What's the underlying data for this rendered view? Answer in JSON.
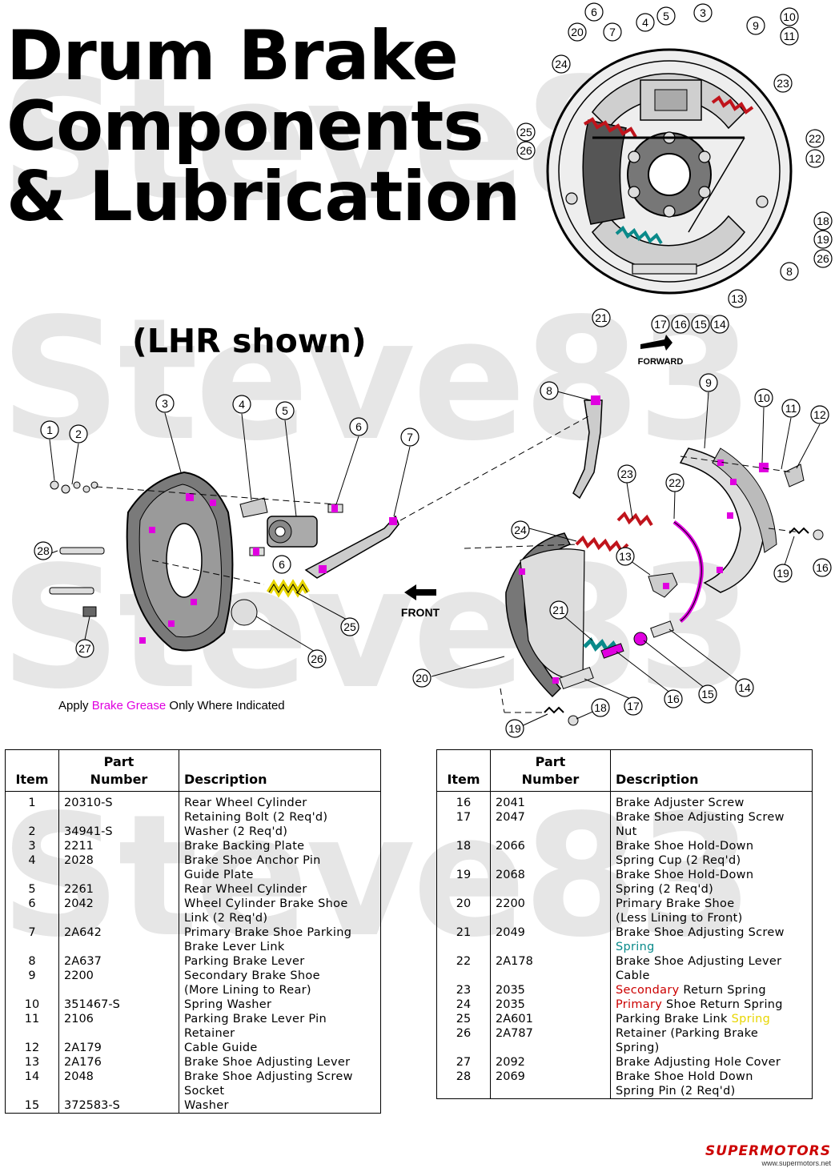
{
  "watermark": "Steve83",
  "title_lines": [
    "Drum Brake",
    "Components",
    "& Lubrication"
  ],
  "subtitle": "(LHR shown)",
  "forward_label": "FORWARD",
  "front_label": "FRONT",
  "note": {
    "before": "Apply ",
    "highlight": "Brake Grease",
    "after": " Only Where Indicated"
  },
  "colors": {
    "grease": "#e000e0",
    "secondary_spring": "#cc0000",
    "primary_spring": "#cc0000",
    "adjusting_spring": "#0a8a8a",
    "link_spring": "#e8d600"
  },
  "table_headers": {
    "item": "Item",
    "part_number_line1": "Part",
    "part_number_line2": "Number",
    "description": "Description"
  },
  "parts_left": [
    {
      "item": "1",
      "part": "20310-S",
      "desc": [
        "Rear Wheel Cylinder",
        "Retaining Bolt (2 Req'd)"
      ]
    },
    {
      "item": "2",
      "part": "34941-S",
      "desc": [
        "Washer (2 Req'd)"
      ]
    },
    {
      "item": "3",
      "part": "2211",
      "desc": [
        "Brake Backing Plate"
      ]
    },
    {
      "item": "4",
      "part": "2028",
      "desc": [
        "Brake Shoe Anchor Pin",
        "Guide Plate"
      ]
    },
    {
      "item": "5",
      "part": "2261",
      "desc": [
        "Rear Wheel Cylinder"
      ]
    },
    {
      "item": "6",
      "part": "2042",
      "desc": [
        "Wheel Cylinder Brake Shoe",
        "Link  (2 Req'd)"
      ]
    },
    {
      "item": "7",
      "part": "2A642",
      "desc": [
        "Primary Brake Shoe Parking",
        "Brake Lever Link"
      ]
    },
    {
      "item": "8",
      "part": "2A637",
      "desc": [
        "Parking Brake Lever"
      ]
    },
    {
      "item": "9",
      "part": "2200",
      "desc": [
        "Secondary Brake Shoe",
        "(More Lining to Rear)"
      ]
    },
    {
      "item": "10",
      "part": "351467-S",
      "desc": [
        "Spring  Washer"
      ]
    },
    {
      "item": "11",
      "part": "2106",
      "desc": [
        "Parking Brake Lever Pin",
        "Retainer"
      ]
    },
    {
      "item": "12",
      "part": "2A179",
      "desc": [
        "Cable Guide"
      ]
    },
    {
      "item": "13",
      "part": "2A176",
      "desc": [
        "Brake Shoe Adjusting Lever"
      ]
    },
    {
      "item": "14",
      "part": "2048",
      "desc": [
        "Brake Shoe Adjusting Screw",
        "Socket"
      ]
    },
    {
      "item": "15",
      "part": "372583-S",
      "desc": [
        "Washer"
      ]
    }
  ],
  "parts_right": [
    {
      "item": "16",
      "part": "2041",
      "desc": [
        "Brake Adjuster Screw"
      ]
    },
    {
      "item": "17",
      "part": "2047",
      "desc": [
        "Brake Shoe Adjusting Screw",
        "Nut"
      ]
    },
    {
      "item": "18",
      "part": "2066",
      "desc": [
        "Brake Shoe Hold-Down",
        "Spring Cup  (2 Req'd)"
      ]
    },
    {
      "item": "19",
      "part": "2068",
      "desc": [
        "Brake Shoe Hold-Down",
        "Spring  (2 Req'd)"
      ]
    },
    {
      "item": "20",
      "part": "2200",
      "desc": [
        "Primary Brake Shoe",
        "(Less Lining to Front)"
      ]
    },
    {
      "item": "21",
      "part": "2049",
      "desc": [
        "Brake Shoe Adjusting Screw",
        "Spring"
      ],
      "accent": "teal"
    },
    {
      "item": "22",
      "part": "2A178",
      "desc": [
        "Brake Shoe Adjusting Lever",
        "Cable"
      ]
    },
    {
      "item": "23",
      "part": "2035",
      "desc": [
        "Secondary Return Spring"
      ],
      "accent": "red",
      "accent_word": "Secondary"
    },
    {
      "item": "24",
      "part": "2035",
      "desc": [
        "Primary Shoe Return Spring"
      ],
      "accent": "red",
      "accent_word": "Primary"
    },
    {
      "item": "25",
      "part": "2A601",
      "desc": [
        "Parking Brake Link Spring"
      ],
      "accent": "yel",
      "accent_word": "Spring"
    },
    {
      "item": "26",
      "part": "2A787",
      "desc": [
        "Retainer (Parking Brake",
        "Spring)"
      ]
    },
    {
      "item": "27",
      "part": "2092",
      "desc": [
        "Brake Adjusting Hole Cover"
      ]
    },
    {
      "item": "28",
      "part": "2069",
      "desc": [
        "Brake Shoe Hold Down",
        "Spring Pin (2 Req'd)"
      ]
    }
  ],
  "logo": {
    "brand": "SUPERMOTORS",
    "url": "www.supermotors.net"
  }
}
